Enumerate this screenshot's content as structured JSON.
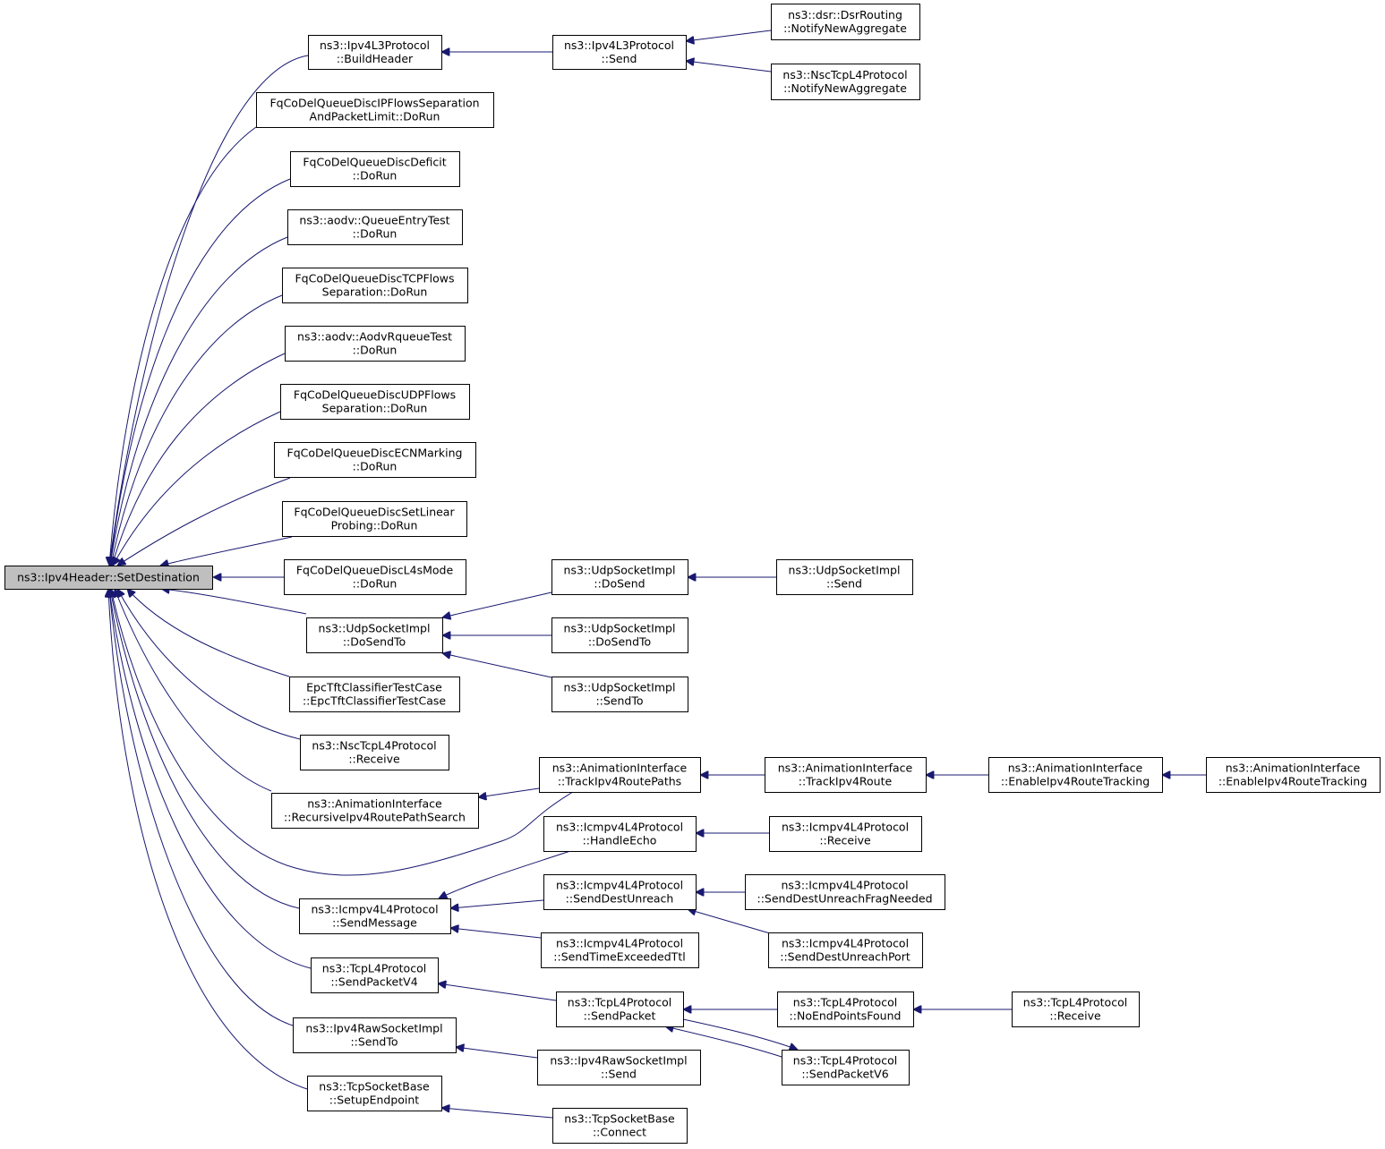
{
  "colors": {
    "edge": "#191970",
    "root_fill": "#bfbfbf",
    "node_fill": "#ffffff",
    "node_border": "#000000"
  },
  "nodes": [
    {
      "id": "root",
      "lines": [
        "ns3::Ipv4Header::SetDestination"
      ],
      "root": true
    },
    {
      "id": "ipv4_buildheader",
      "lines": [
        "ns3::Ipv4L3Protocol",
        "::BuildHeader"
      ]
    },
    {
      "id": "fq_ipflows",
      "lines": [
        "FqCoDelQueueDiscIPFlowsSeparation",
        "AndPacketLimit::DoRun"
      ]
    },
    {
      "id": "fq_deficit",
      "lines": [
        "FqCoDelQueueDiscDeficit",
        "::DoRun"
      ]
    },
    {
      "id": "aodv_queueentry",
      "lines": [
        "ns3::aodv::QueueEntryTest",
        "::DoRun"
      ]
    },
    {
      "id": "fq_tcpflows",
      "lines": [
        "FqCoDelQueueDiscTCPFlows",
        "Separation::DoRun"
      ]
    },
    {
      "id": "aodv_rqueue",
      "lines": [
        "ns3::aodv::AodvRqueueTest",
        "::DoRun"
      ]
    },
    {
      "id": "fq_udpflows",
      "lines": [
        "FqCoDelQueueDiscUDPFlows",
        "Separation::DoRun"
      ]
    },
    {
      "id": "fq_ecn",
      "lines": [
        "FqCoDelQueueDiscECNMarking",
        "::DoRun"
      ]
    },
    {
      "id": "fq_linear",
      "lines": [
        "FqCoDelQueueDiscSetLinear",
        "Probing::DoRun"
      ]
    },
    {
      "id": "fq_l4s",
      "lines": [
        "FqCoDelQueueDiscL4sMode",
        "::DoRun"
      ]
    },
    {
      "id": "udp_dosendto",
      "lines": [
        "ns3::UdpSocketImpl",
        "::DoSendTo"
      ]
    },
    {
      "id": "epc_tft",
      "lines": [
        "EpcTftClassifierTestCase",
        "::EpcTftClassifierTestCase"
      ]
    },
    {
      "id": "nsc_receive",
      "lines": [
        "ns3::NscTcpL4Protocol",
        "::Receive"
      ]
    },
    {
      "id": "anim_recursive",
      "lines": [
        "ns3::AnimationInterface",
        "::RecursiveIpv4RoutePathSearch"
      ]
    },
    {
      "id": "icmp_sendmessage",
      "lines": [
        "ns3::Icmpv4L4Protocol",
        "::SendMessage"
      ]
    },
    {
      "id": "tcp_sendpacketv4",
      "lines": [
        "ns3::TcpL4Protocol",
        "::SendPacketV4"
      ]
    },
    {
      "id": "raw_sendto",
      "lines": [
        "ns3::Ipv4RawSocketImpl",
        "::SendTo"
      ]
    },
    {
      "id": "tcpsock_setup",
      "lines": [
        "ns3::TcpSocketBase",
        "::SetupEndpoint"
      ]
    },
    {
      "id": "ipv4_send",
      "lines": [
        "ns3::Ipv4L3Protocol",
        "::Send"
      ]
    },
    {
      "id": "dsr_notify",
      "lines": [
        "ns3::dsr::DsrRouting",
        "::NotifyNewAggregate"
      ]
    },
    {
      "id": "nsc_notify",
      "lines": [
        "ns3::NscTcpL4Protocol",
        "::NotifyNewAggregate"
      ]
    },
    {
      "id": "udp_dosend",
      "lines": [
        "ns3::UdpSocketImpl",
        "::DoSend"
      ]
    },
    {
      "id": "udp_send",
      "lines": [
        "ns3::UdpSocketImpl",
        "::Send"
      ]
    },
    {
      "id": "udp_dosendto2",
      "lines": [
        "ns3::UdpSocketImpl",
        "::DoSendTo"
      ]
    },
    {
      "id": "udp_sendto",
      "lines": [
        "ns3::UdpSocketImpl",
        "::SendTo"
      ]
    },
    {
      "id": "anim_trackpaths",
      "lines": [
        "ns3::AnimationInterface",
        "::TrackIpv4RoutePaths"
      ]
    },
    {
      "id": "anim_trackroute",
      "lines": [
        "ns3::AnimationInterface",
        "::TrackIpv4Route"
      ]
    },
    {
      "id": "anim_enable1",
      "lines": [
        "ns3::AnimationInterface",
        "::EnableIpv4RouteTracking"
      ]
    },
    {
      "id": "anim_enable2",
      "lines": [
        "ns3::AnimationInterface",
        "::EnableIpv4RouteTracking"
      ]
    },
    {
      "id": "icmp_handleecho",
      "lines": [
        "ns3::Icmpv4L4Protocol",
        "::HandleEcho"
      ]
    },
    {
      "id": "icmp_receive",
      "lines": [
        "ns3::Icmpv4L4Protocol",
        "::Receive"
      ]
    },
    {
      "id": "icmp_destunreach",
      "lines": [
        "ns3::Icmpv4L4Protocol",
        "::SendDestUnreach"
      ]
    },
    {
      "id": "icmp_fragneeded",
      "lines": [
        "ns3::Icmpv4L4Protocol",
        "::SendDestUnreachFragNeeded"
      ]
    },
    {
      "id": "icmp_timeexceeded",
      "lines": [
        "ns3::Icmpv4L4Protocol",
        "::SendTimeExceededTtl"
      ]
    },
    {
      "id": "icmp_unreachport",
      "lines": [
        "ns3::Icmpv4L4Protocol",
        "::SendDestUnreachPort"
      ]
    },
    {
      "id": "tcp_sendpacket",
      "lines": [
        "ns3::TcpL4Protocol",
        "::SendPacket"
      ]
    },
    {
      "id": "tcp_noendpoints",
      "lines": [
        "ns3::TcpL4Protocol",
        "::NoEndPointsFound"
      ]
    },
    {
      "id": "tcp_receive",
      "lines": [
        "ns3::TcpL4Protocol",
        "::Receive"
      ]
    },
    {
      "id": "tcp_sendpacketv6",
      "lines": [
        "ns3::TcpL4Protocol",
        "::SendPacketV6"
      ]
    },
    {
      "id": "raw_send",
      "lines": [
        "ns3::Ipv4RawSocketImpl",
        "::Send"
      ]
    },
    {
      "id": "tcpsock_connect",
      "lines": [
        "ns3::TcpSocketBase",
        "::Connect"
      ]
    }
  ],
  "edges": [
    {
      "from": "ipv4_buildheader",
      "to": "root"
    },
    {
      "from": "fq_ipflows",
      "to": "root"
    },
    {
      "from": "fq_deficit",
      "to": "root"
    },
    {
      "from": "aodv_queueentry",
      "to": "root"
    },
    {
      "from": "fq_tcpflows",
      "to": "root"
    },
    {
      "from": "aodv_rqueue",
      "to": "root"
    },
    {
      "from": "fq_udpflows",
      "to": "root"
    },
    {
      "from": "fq_ecn",
      "to": "root"
    },
    {
      "from": "fq_linear",
      "to": "root"
    },
    {
      "from": "fq_l4s",
      "to": "root"
    },
    {
      "from": "udp_dosendto",
      "to": "root"
    },
    {
      "from": "epc_tft",
      "to": "root"
    },
    {
      "from": "nsc_receive",
      "to": "root"
    },
    {
      "from": "anim_recursive",
      "to": "root"
    },
    {
      "from": "anim_trackpaths",
      "to": "root"
    },
    {
      "from": "icmp_sendmessage",
      "to": "root"
    },
    {
      "from": "tcp_sendpacketv4",
      "to": "root"
    },
    {
      "from": "raw_sendto",
      "to": "root"
    },
    {
      "from": "tcpsock_setup",
      "to": "root"
    },
    {
      "from": "ipv4_send",
      "to": "ipv4_buildheader"
    },
    {
      "from": "dsr_notify",
      "to": "ipv4_send"
    },
    {
      "from": "nsc_notify",
      "to": "ipv4_send"
    },
    {
      "from": "udp_dosend",
      "to": "udp_dosendto"
    },
    {
      "from": "udp_dosendto2",
      "to": "udp_dosendto"
    },
    {
      "from": "udp_sendto",
      "to": "udp_dosendto"
    },
    {
      "from": "udp_send",
      "to": "udp_dosend"
    },
    {
      "from": "anim_trackpaths",
      "to": "anim_recursive"
    },
    {
      "from": "anim_trackroute",
      "to": "anim_trackpaths"
    },
    {
      "from": "anim_enable1",
      "to": "anim_trackroute"
    },
    {
      "from": "anim_enable2",
      "to": "anim_enable1"
    },
    {
      "from": "icmp_handleecho",
      "to": "icmp_sendmessage"
    },
    {
      "from": "icmp_destunreach",
      "to": "icmp_sendmessage"
    },
    {
      "from": "icmp_timeexceeded",
      "to": "icmp_sendmessage"
    },
    {
      "from": "icmp_receive",
      "to": "icmp_handleecho"
    },
    {
      "from": "icmp_fragneeded",
      "to": "icmp_destunreach"
    },
    {
      "from": "icmp_unreachport",
      "to": "icmp_destunreach"
    },
    {
      "from": "tcp_sendpacket",
      "to": "tcp_sendpacketv4"
    },
    {
      "from": "tcp_noendpoints",
      "to": "tcp_sendpacket"
    },
    {
      "from": "tcp_sendpacketv6",
      "to": "tcp_sendpacket"
    },
    {
      "from": "tcp_sendpacket",
      "to": "tcp_sendpacketv6"
    },
    {
      "from": "tcp_receive",
      "to": "tcp_noendpoints"
    },
    {
      "from": "raw_send",
      "to": "raw_sendto"
    },
    {
      "from": "tcpsock_connect",
      "to": "tcpsock_setup"
    }
  ]
}
